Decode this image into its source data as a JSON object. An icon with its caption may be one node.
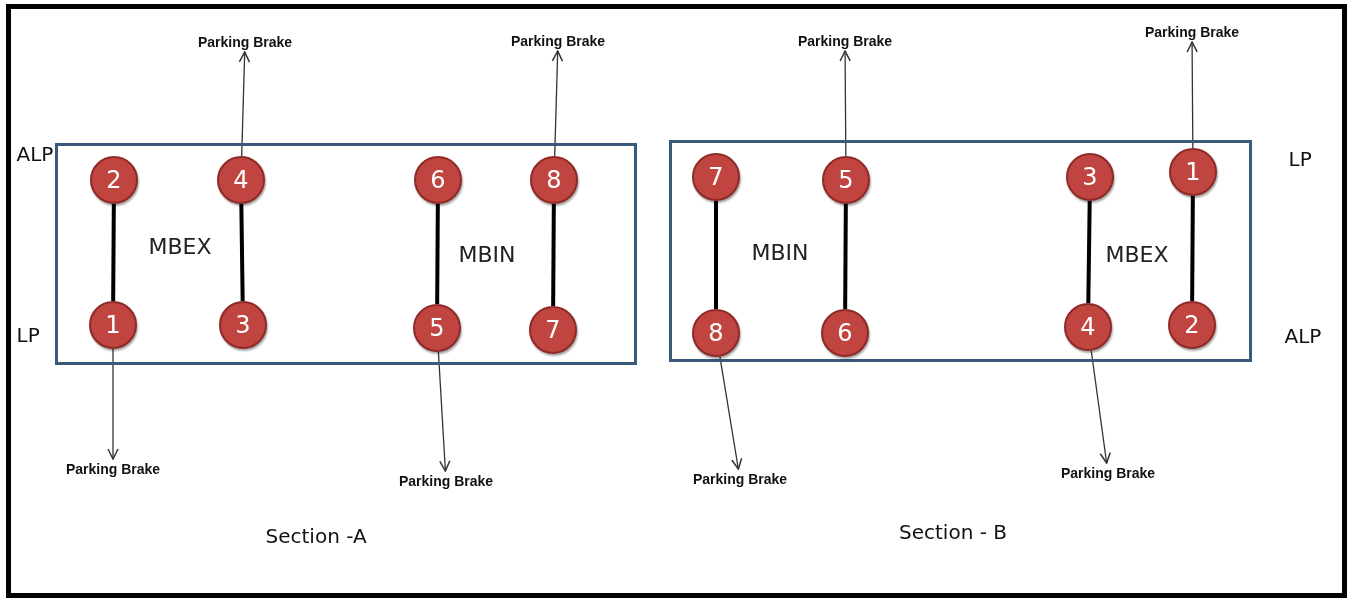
{
  "diagram": {
    "nodes": [
      {
        "text": [
          "Parking Brake"
        ]
      },
      {
        "text": [
          "Parking Brake"
        ]
      },
      {
        "text": [
          "Parking Brake"
        ]
      },
      {
        "text": [
          "Parking Brake"
        ]
      },
      {
        "text": [
          "MBEX",
          "MBIN"
        ]
      },
      {
        "text": [
          "MBIN",
          "MBEX"
        ]
      },
      {
        "text": [
          "2"
        ],
        "in": 4
      },
      {
        "text": [
          "4"
        ],
        "in": 4
      },
      {
        "text": [
          "6"
        ],
        "in": 4
      },
      {
        "text": [
          "8"
        ],
        "in": 4
      },
      {
        "text": [
          "1"
        ],
        "in": 4
      },
      {
        "text": [
          "3"
        ],
        "in": 4
      },
      {
        "text": [
          "5"
        ],
        "in": 4
      },
      {
        "text": [
          "7"
        ],
        "in": 4
      },
      {
        "text": [
          "7"
        ],
        "in": 5
      },
      {
        "text": [
          "5"
        ],
        "in": 5
      },
      {
        "text": [
          "3"
        ],
        "in": 5
      },
      {
        "text": [
          "1"
        ],
        "in": 5
      },
      {
        "text": [
          "8"
        ],
        "in": 5
      },
      {
        "text": [
          "6"
        ],
        "in": 5
      },
      {
        "text": [
          "4"
        ],
        "in": 5
      },
      {
        "text": [
          "2"
        ],
        "in": 5
      },
      {
        "text": [
          "Parking Brake"
        ]
      },
      {
        "text": [
          "Parking Brake"
        ]
      },
      {
        "text": [
          "Parking Brake"
        ]
      },
      {
        "text": [
          "Parking Brake"
        ]
      }
    ],
    "edges": [
      {
        "from": 6,
        "to": 10,
        "arrow": "none",
        "style": "thick"
      },
      {
        "from": 7,
        "to": 11,
        "arrow": "none",
        "style": "thick"
      },
      {
        "from": 8,
        "to": 12,
        "arrow": "none",
        "style": "thick"
      },
      {
        "from": 9,
        "to": 13,
        "arrow": "none",
        "style": "thick"
      },
      {
        "from": 14,
        "to": 18,
        "arrow": "none",
        "style": "thick"
      },
      {
        "from": 15,
        "to": 19,
        "arrow": "none",
        "style": "thick"
      },
      {
        "from": 16,
        "to": 20,
        "arrow": "none",
        "style": "thick"
      },
      {
        "from": 17,
        "to": 21,
        "arrow": "none",
        "style": "thick"
      },
      {
        "from": 7,
        "to": 0,
        "arrow": "to"
      },
      {
        "from": 9,
        "to": 1,
        "arrow": "to"
      },
      {
        "from": 10,
        "to": 22,
        "arrow": "to"
      },
      {
        "from": 12,
        "to": 23,
        "arrow": "to"
      },
      {
        "from": 15,
        "to": 2,
        "arrow": "to"
      },
      {
        "from": 17,
        "to": 3,
        "arrow": "to"
      },
      {
        "from": 18,
        "to": 24,
        "arrow": "to"
      },
      {
        "from": 20,
        "to": 25,
        "arrow": "to"
      }
    ],
    "labels": [
      "ALP",
      "LP",
      "LP",
      "ALP",
      "Section -A",
      "Section - B"
    ]
  }
}
